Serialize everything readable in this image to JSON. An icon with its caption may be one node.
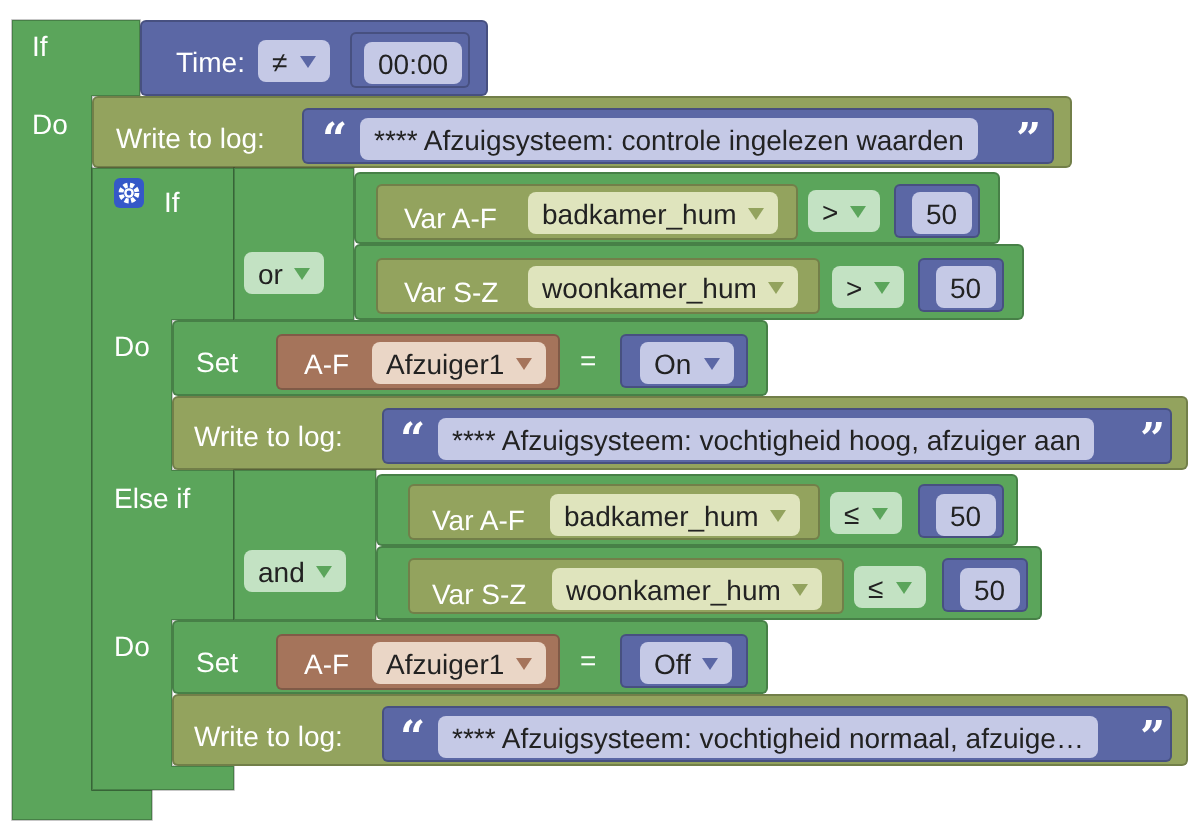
{
  "diagram": {
    "nodes": [
      {
        "text": [
          "If",
          "Do"
        ]
      },
      {
        "text": [
          "Time:",
          "≠"
        ]
      },
      {
        "text": [
          "00:00"
        ],
        "in": 1
      },
      {
        "text": [
          "Write to log:"
        ]
      },
      {
        "text": [
          "“",
          "**** Afzuigsysteem: controle ingelezen waarden",
          "”"
        ],
        "in": 3
      },
      {
        "text": [
          "If",
          "Do",
          "Else if",
          "Do"
        ]
      },
      {
        "text": [
          "or"
        ]
      },
      {
        "text": [
          ">"
        ]
      },
      {
        "text": [
          "Var A-F",
          "badkamer_hum"
        ],
        "in": 7
      },
      {
        "text": [
          "50"
        ],
        "in": 7
      },
      {
        "text": [
          ">"
        ]
      },
      {
        "text": [
          "Var S-Z",
          "woonkamer_hum"
        ],
        "in": 10
      },
      {
        "text": [
          "50"
        ],
        "in": 10
      },
      {
        "text": [
          "Set",
          "="
        ]
      },
      {
        "text": [
          "A-F",
          "Afzuiger1"
        ],
        "in": 13
      },
      {
        "text": [
          "On"
        ],
        "in": 13
      },
      {
        "text": [
          "Write to log:"
        ]
      },
      {
        "text": [
          "“",
          "**** Afzuigsysteem: vochtigheid hoog, afzuiger aan",
          "”"
        ],
        "in": 16
      },
      {
        "text": [
          "and"
        ]
      },
      {
        "text": [
          "≤"
        ]
      },
      {
        "text": [
          "Var A-F",
          "badkamer_hum"
        ],
        "in": 19
      },
      {
        "text": [
          "50"
        ],
        "in": 19
      },
      {
        "text": [
          "≤"
        ]
      },
      {
        "text": [
          "Var S-Z",
          "woonkamer_hum"
        ],
        "in": 22
      },
      {
        "text": [
          "50"
        ],
        "in": 22
      },
      {
        "text": [
          "Set",
          "="
        ]
      },
      {
        "text": [
          "A-F",
          "Afzuiger1"
        ],
        "in": 25
      },
      {
        "text": [
          "Off"
        ],
        "in": 25
      },
      {
        "text": [
          "Write to log:"
        ]
      },
      {
        "text": [
          "“",
          "**** Afzuigsysteem: vochtigheid normaal, afzuige…",
          "”"
        ],
        "in": 28
      }
    ]
  }
}
